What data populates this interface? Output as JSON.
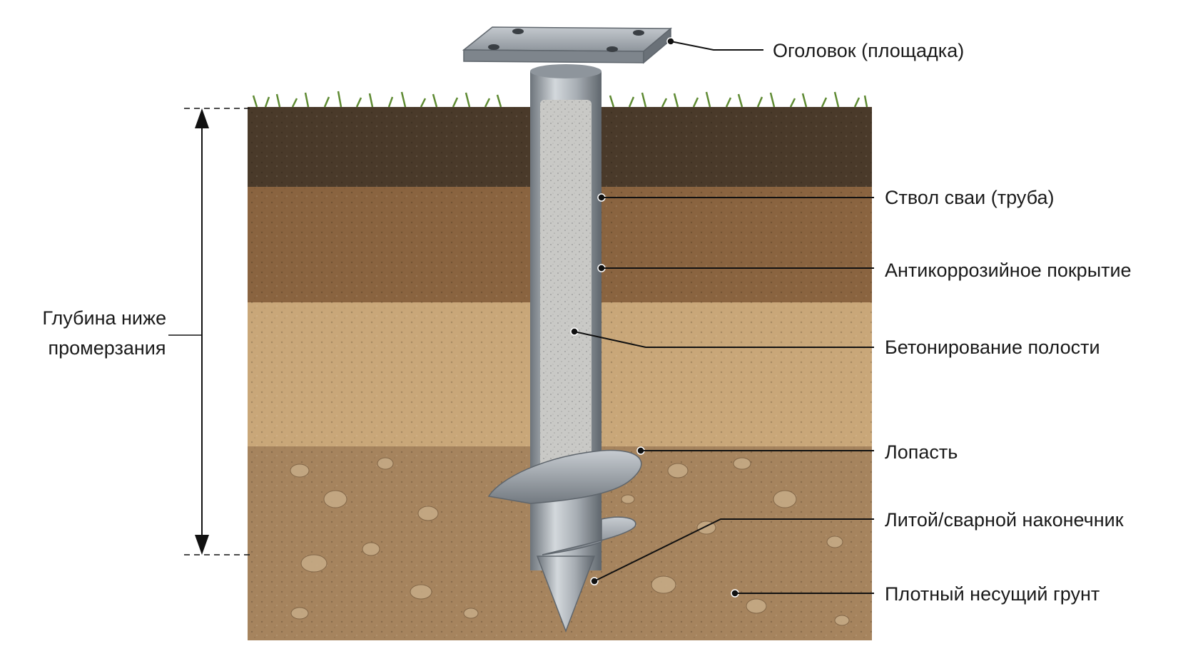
{
  "labels": {
    "head": "Оголовок (площадка)",
    "shaft": "Ствол сваи (труба)",
    "coating": "Антикоррозийное покрытие",
    "concrete": "Бетонирование полости",
    "blade": "Лопасть",
    "tip": "Литой/сварной наконечник",
    "soil": "Плотный несущий грунт"
  },
  "depth_label": [
    "Глубина ниже",
    "промерзания"
  ],
  "colors": {
    "grass": "#5e8a32",
    "topsoil": "#4a3a2a",
    "loam": "#8a6440",
    "sand": "#c9a779",
    "dense_soil": "#a6845e",
    "steel": "#9aa1a8",
    "concrete": "#c9c9c6"
  }
}
